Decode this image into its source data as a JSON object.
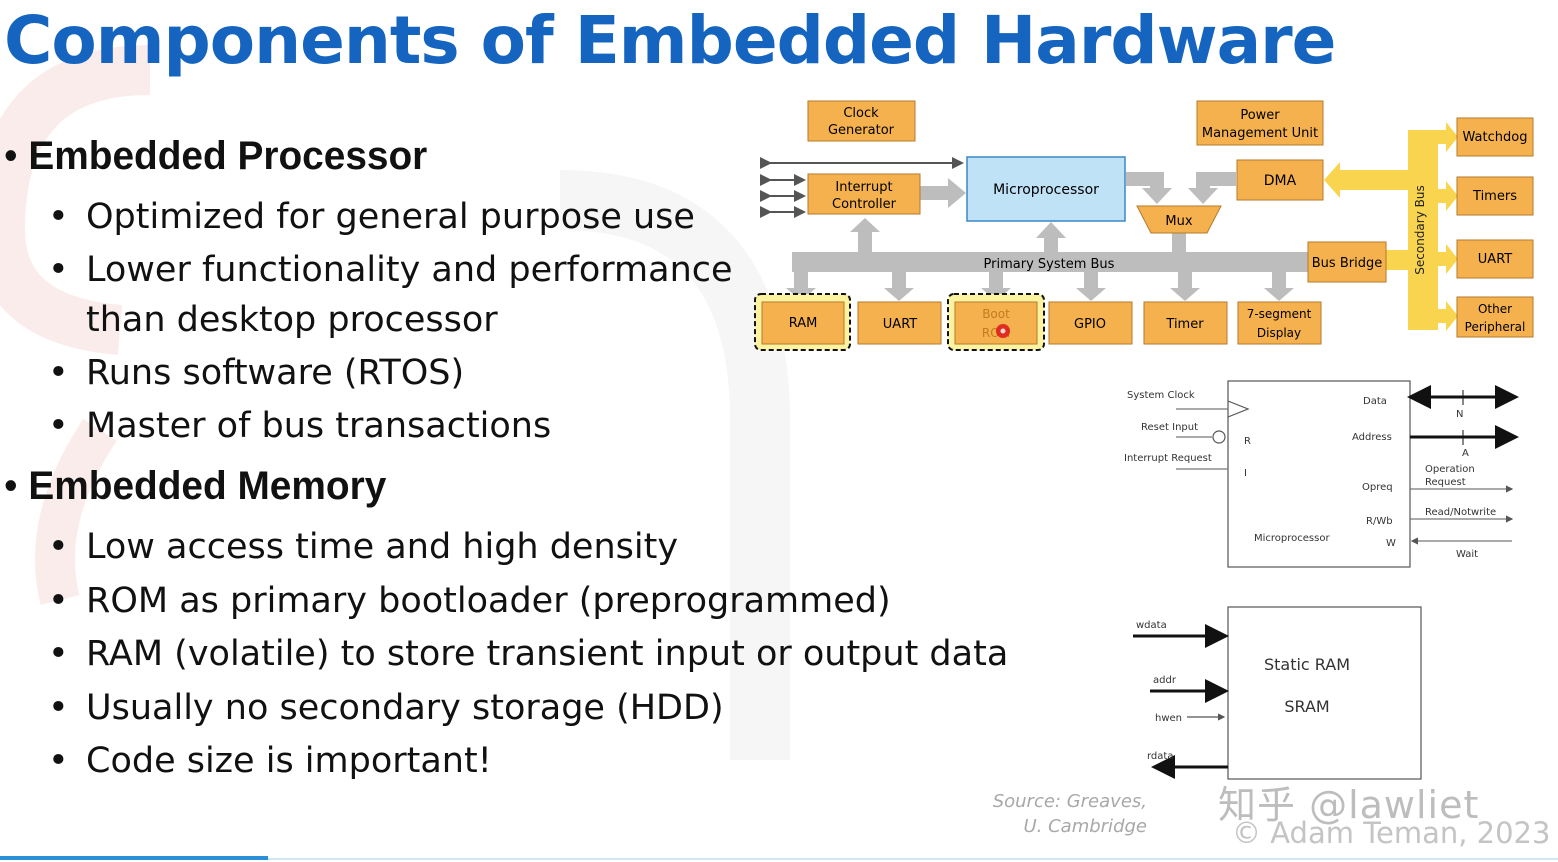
{
  "title": "Components of Embedded Hardware",
  "sections": [
    {
      "heading": "Embedded Processor",
      "bullets": [
        [
          "Optimized for general purpose use"
        ],
        [
          "Lower functionality and performance",
          "than desktop processor"
        ],
        [
          "Runs software (RTOS)"
        ],
        [
          "Master of bus transactions"
        ]
      ]
    },
    {
      "heading": "Embedded Memory",
      "bullets": [
        [
          "Low access time and high density"
        ],
        [
          "ROM as primary bootloader (preprogrammed)"
        ],
        [
          "RAM (volatile) to store transient input or output data"
        ],
        [
          "Usually no secondary storage (HDD)"
        ],
        [
          "Code size is important!"
        ]
      ]
    }
  ],
  "block_diagram": {
    "blocks": {
      "clock_generator": [
        "Clock",
        "Generator"
      ],
      "power_management": [
        "Power",
        "Management Unit"
      ],
      "interrupt_controller": [
        "Interrupt",
        "Controller"
      ],
      "microprocessor": "Microprocessor",
      "dma": "DMA",
      "mux": "Mux",
      "bus_bridge": "Bus Bridge",
      "ram": "RAM",
      "uart": "UART",
      "boot_rom": [
        "Boot",
        "ROM"
      ],
      "gpio": "GPIO",
      "timer": "Timer",
      "seven_segment": [
        "7-segment",
        "Display"
      ],
      "watchdog": "Watchdog",
      "timers": "Timers",
      "uart2": "UART",
      "other_peripheral": [
        "Other",
        "Peripheral"
      ]
    },
    "primary_bus": "Primary System Bus",
    "secondary_bus": "Secondary Bus"
  },
  "cpu_interface": {
    "inputs": [
      "System Clock",
      "Reset Input",
      "Interrupt Request"
    ],
    "pin_letters_left": [
      "R",
      "I"
    ],
    "outputs": [
      "Data",
      "Address",
      "Opreq",
      "R/Wb",
      "W"
    ],
    "bus_letters": [
      "N",
      "A"
    ],
    "signal_labels": [
      "Operation",
      "Request",
      "Read/Notwrite",
      "Wait"
    ],
    "block_label": "Microprocessor"
  },
  "sram": {
    "inputs": [
      "wdata",
      "addr",
      "hwen",
      "rdata"
    ],
    "title": "Static RAM",
    "subtitle": "SRAM"
  },
  "source": [
    "Source: Greaves,",
    "U. Cambridge"
  ],
  "watermark": "知乎 @lawliet",
  "copyright": "© Adam Teman, 2023",
  "colors": {
    "title": "#1565c0",
    "block_orange": "#f5b14e",
    "microprocessor_blue": "#bfe2f7",
    "secondary_bus_yellow": "#f9d44e",
    "primary_bus_gray": "#bdbdbd",
    "highlight_yellow": "#fbf3a0",
    "pointer_red": "#e0201c"
  }
}
